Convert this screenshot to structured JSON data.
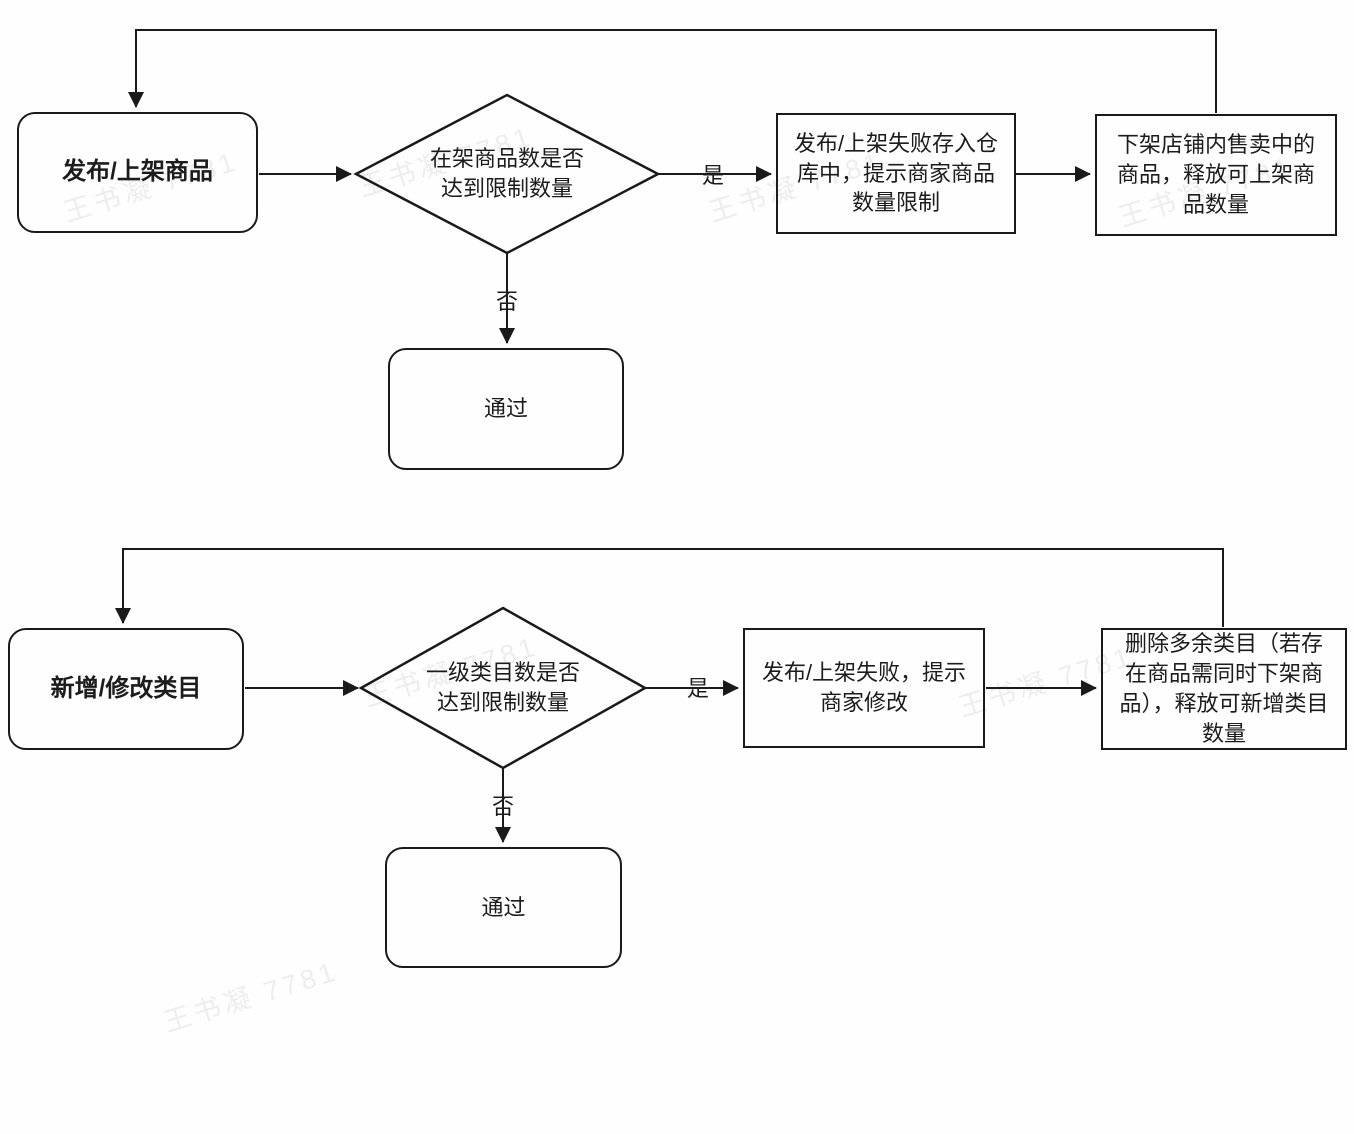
{
  "canvas": {
    "background": "#fefefe",
    "ink": "#1a1a1a"
  },
  "watermark": {
    "text": "王书凝 7781",
    "color": "#ededed"
  },
  "flows": [
    {
      "start_label": "发布/上架商品",
      "decision_label": "在架商品数是否达到限制数量",
      "yes_label": "是",
      "no_label": "否",
      "fail_label": "发布/上架失败存入仓库中，提示商家商品数量限制",
      "release_label": "下架店铺内售卖中的商品，释放可上架商品数量",
      "pass_label": "通过"
    },
    {
      "start_label": "新增/修改类目",
      "decision_label": "一级类目数是否达到限制数量",
      "yes_label": "是",
      "no_label": "否",
      "fail_label": "发布/上架失败，提示商家修改",
      "release_label": "删除多余类目（若存在商品需同时下架商品），释放可新增类目数量",
      "pass_label": "通过"
    }
  ]
}
